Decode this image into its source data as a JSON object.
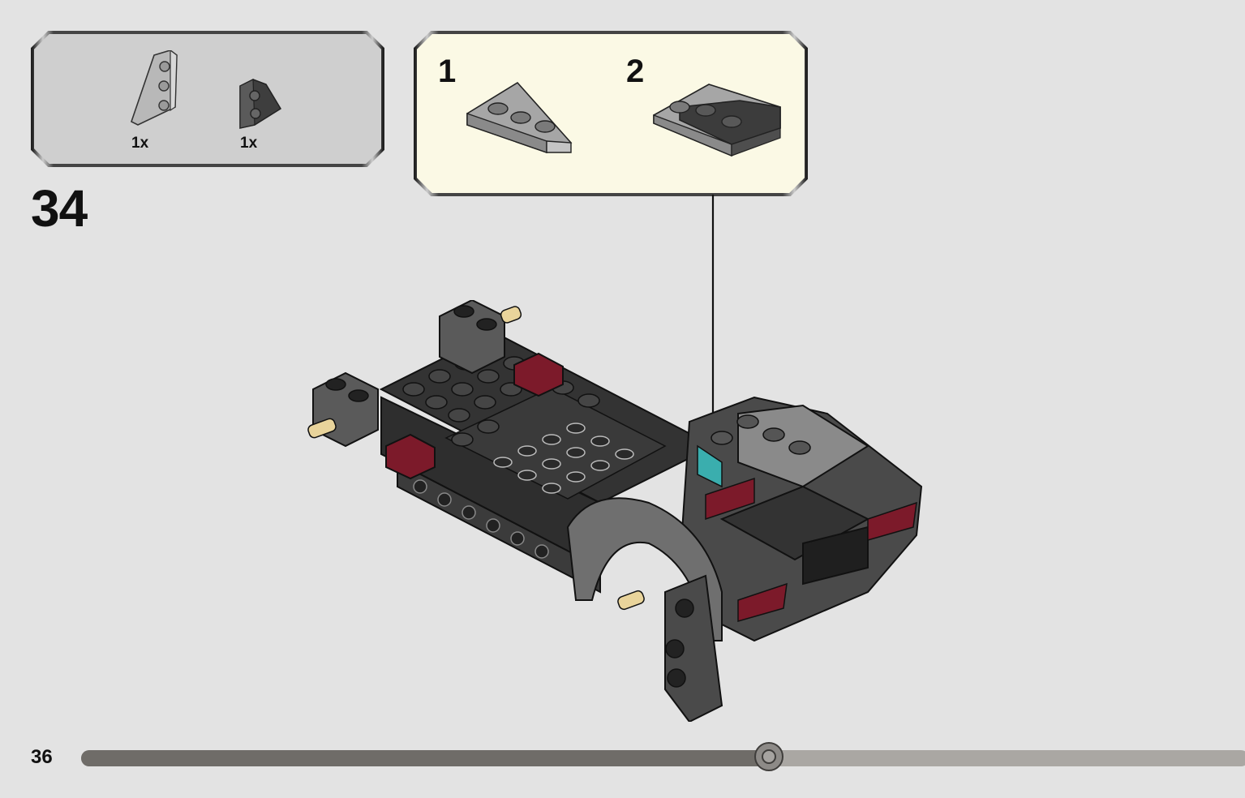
{
  "parts_list": {
    "items": [
      {
        "icon": "wedge-plate-icon",
        "quantity": "1x"
      },
      {
        "icon": "dark-wedge-plate-icon",
        "quantity": "1x"
      }
    ]
  },
  "step": {
    "number": "34"
  },
  "sub_assembly": {
    "steps": [
      {
        "number": "1"
      },
      {
        "number": "2"
      }
    ]
  },
  "page": {
    "number": "36"
  },
  "progress": {
    "fraction": 0.589
  },
  "colors": {
    "page_background": "#e3e3e3",
    "parts_panel": "#cfcfcf",
    "sub_assembly_panel": "#fbf9e5",
    "dark_gray": "#3b3b3b",
    "medium_gray": "#7a7a7a",
    "light_gray": "#a8a8a8",
    "dark_red": "#7c1a2a",
    "tan": "#e9d49b",
    "teal": "#3aaeae"
  }
}
